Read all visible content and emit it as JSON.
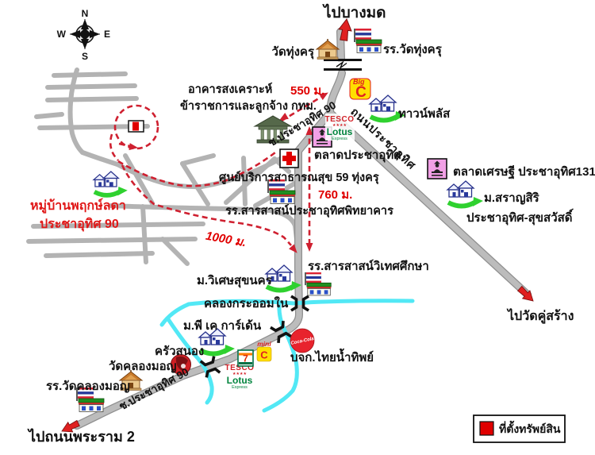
{
  "compass": {
    "n": "N",
    "e": "E",
    "s": "S",
    "w": "W"
  },
  "directions": {
    "to_bangmod": "ไปบางมด",
    "to_wat_khusang": "ไปวัดคู่สร้าง",
    "to_rama2": "ไปถนนพระราม 2"
  },
  "roads": {
    "soi_prachauthit_90_upper": "ช.ประชาอุทิศ 90",
    "soi_prachauthit_90_lower": "ช.ประชาอุทิศ 90",
    "thanon_prachauthit": "ถนนประชาอุทิศ"
  },
  "places": {
    "wat_thungkru": "วัดทุ่งครุ",
    "school_wat_thungkru": "รร.วัดทุ่งครุ",
    "welfare_building_line1": "อาคารสงเคราะห์",
    "welfare_building_line2": "ข้าราชการและลูกจ้าง กทม.",
    "townplus": "ทาวน์พลัส",
    "talat_prachauthit": "ตลาดประชาอุทิศ",
    "health_center": "ศูนย์บริการสาธารณสุข 59 ทุ่งครุ",
    "school_sarasas_prachauthit": "รร.สารสาสน์ประชาอุทิศพิทยาคาร",
    "talat_setthi": "ตลาดเศรษฐี ประชาอุทิศ131",
    "saransiri_line1": "ม.สราญสิริ",
    "saransiri_line2": "ประชาอุทิศ-สุขสวัสดิ์",
    "village_line1": "หมู่บ้านพฤกษ์ลดา",
    "village_line2": "ประชาอุทิศ 90",
    "school_sarasas_witaed": "รร.สารสาสน์วิเทศศึกษา",
    "wiset_suknakorn": "ม.วิเศษสุขนคร",
    "khlong_kraom_nai": "คลองกระออมใน",
    "pk_garden": "ม.พี เค การ์เด้น",
    "krua_sanong": "ครัวสนอง",
    "thai_namthip": "บจก.ไทยน้ำทิพย์",
    "wat_khlongmon": "วัดคลองมอญ",
    "school_wat_khlongmon": "รร.วัดคลองมอญ"
  },
  "distances": {
    "d550": "550 ม.",
    "d760": "760 ม.",
    "d1000": "1000 ม."
  },
  "brands": {
    "bigc_big": "Big",
    "bigc_c": "C",
    "mini": "mini",
    "tesco": "TESCO",
    "lotus": "Lotus",
    "express": "Express",
    "stars": "★★★★",
    "seven": "7",
    "cocacola": "Coca-Cola"
  },
  "legend": {
    "property_label": "ที่ตั้งทรัพย์สิน"
  },
  "colors": {
    "route_red": "#cf2030",
    "property_red": "#e00000",
    "canal_cyan": "#52e8f5",
    "road_gray": "#b3b3b3",
    "bigc_yellow": "#ffdf00",
    "tesco_red": "#d2232a",
    "lotus_green": "#00843d",
    "coke_red": "#e8232d"
  }
}
